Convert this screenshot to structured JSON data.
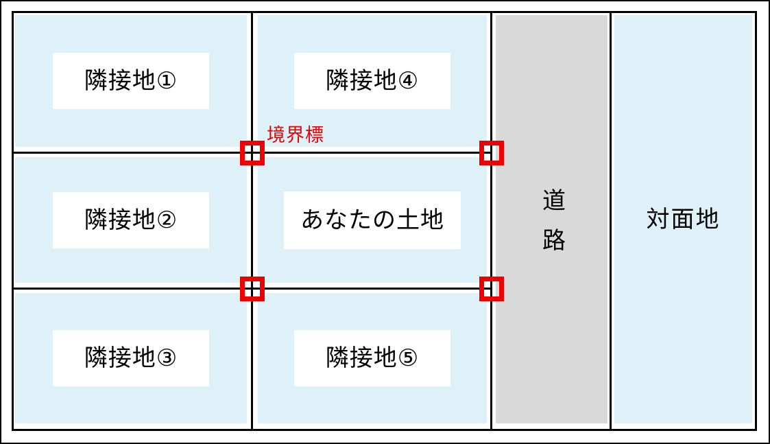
{
  "diagram_title": "land-parcel-boundary-diagram",
  "parcels": {
    "adjacent_1": "隣接地①",
    "adjacent_2": "隣接地②",
    "adjacent_3": "隣接地③",
    "adjacent_4": "隣接地④",
    "your_land": "あなたの土地",
    "adjacent_5": "隣接地⑤",
    "road": "道路",
    "opposite": "対面地"
  },
  "labels": {
    "boundary_marker": "境界標"
  },
  "colors": {
    "parcel_fill": "#def1f8",
    "road_fill": "#d9d9d9",
    "marker_red": "#ee0000",
    "line_black": "#000000"
  }
}
